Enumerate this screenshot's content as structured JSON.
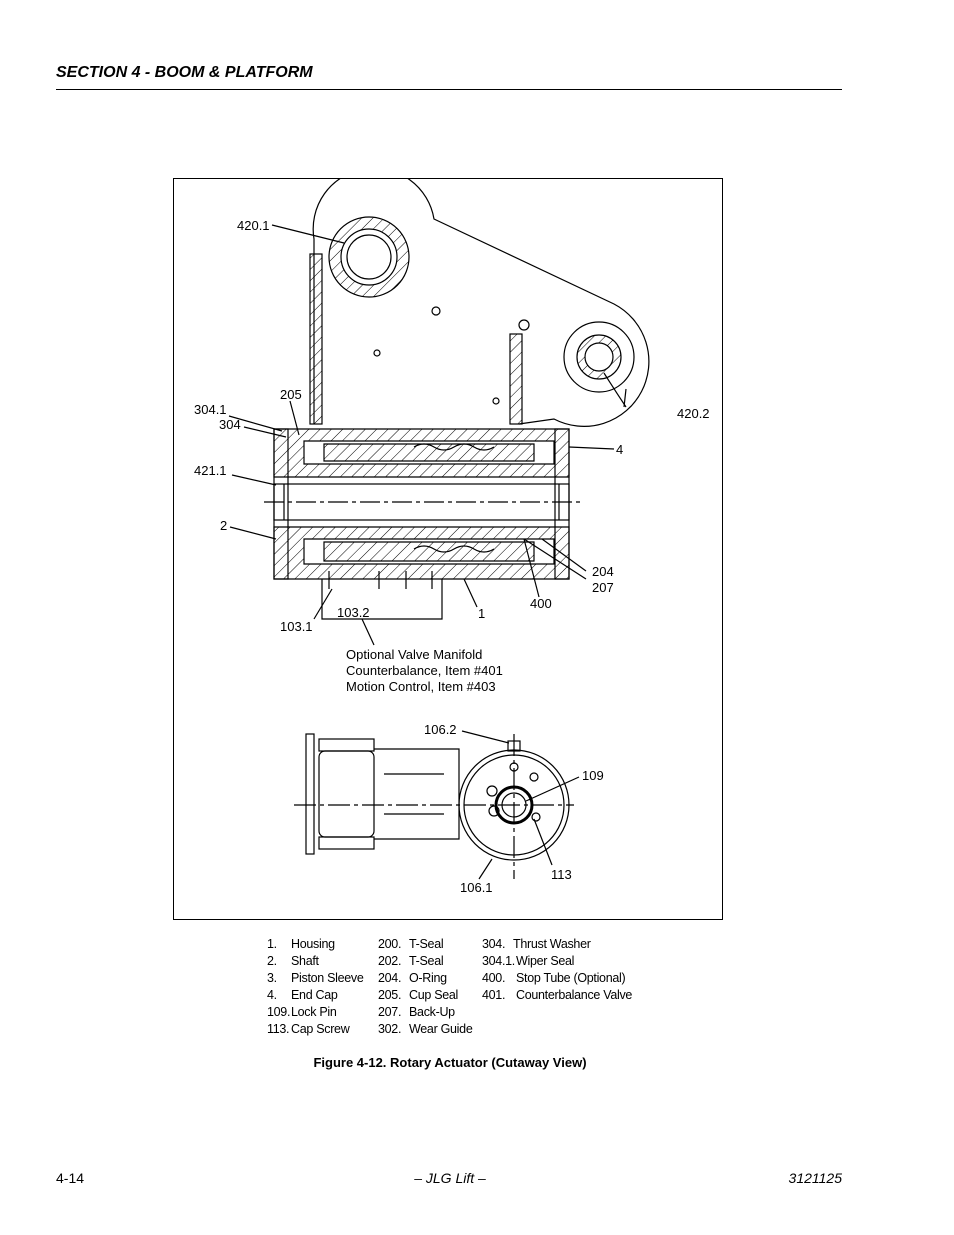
{
  "header": {
    "section_title": "SECTION 4 - BOOM & PLATFORM"
  },
  "figure": {
    "callouts": {
      "c420_1": "420.1",
      "c420_2": "420.2",
      "c205": "205",
      "c304_1": "304.1",
      "c304": "304",
      "c4": "4",
      "c421_1": "421.1",
      "c2": "2",
      "c204": "204",
      "c207": "207",
      "c400": "400",
      "c1": "1",
      "c103_2": "103.2",
      "c103_1": "103.1",
      "c106_2": "106.2",
      "c109": "109",
      "c113": "113",
      "c106_1": "106.1"
    },
    "manifold_note": [
      "Optional Valve Manifold",
      "Counterbalance, Item #401",
      "Motion Control, Item #403"
    ]
  },
  "legend": {
    "col1": [
      {
        "num": "1.",
        "label": "Housing"
      },
      {
        "num": "2.",
        "label": "Shaft"
      },
      {
        "num": "3.",
        "label": "Piston Sleeve"
      },
      {
        "num": "4.",
        "label": "End Cap"
      },
      {
        "num": "109.",
        "label": "Lock Pin"
      },
      {
        "num": "113.",
        "label": "Cap Screw"
      }
    ],
    "col2": [
      {
        "num": "200.",
        "label": "T-Seal"
      },
      {
        "num": "202.",
        "label": "T-Seal"
      },
      {
        "num": "204.",
        "label": "O-Ring"
      },
      {
        "num": "205.",
        "label": "Cup Seal"
      },
      {
        "num": "207.",
        "label": "Back-Up"
      },
      {
        "num": "302.",
        "label": "Wear Guide"
      }
    ],
    "col3": [
      {
        "num": "304.",
        "label": "Thrust Washer"
      },
      {
        "num": "304.1.",
        "label": "Wiper Seal"
      },
      {
        "num": "400.",
        "label": "Stop Tube (Optional)"
      },
      {
        "num": "401.",
        "label": "Counterbalance Valve"
      }
    ]
  },
  "caption": "Figure 4-12.  Rotary Actuator (Cutaway View)",
  "footer": {
    "page_number": "4-14",
    "brand": "– JLG Lift –",
    "doc_number": "3121125"
  }
}
